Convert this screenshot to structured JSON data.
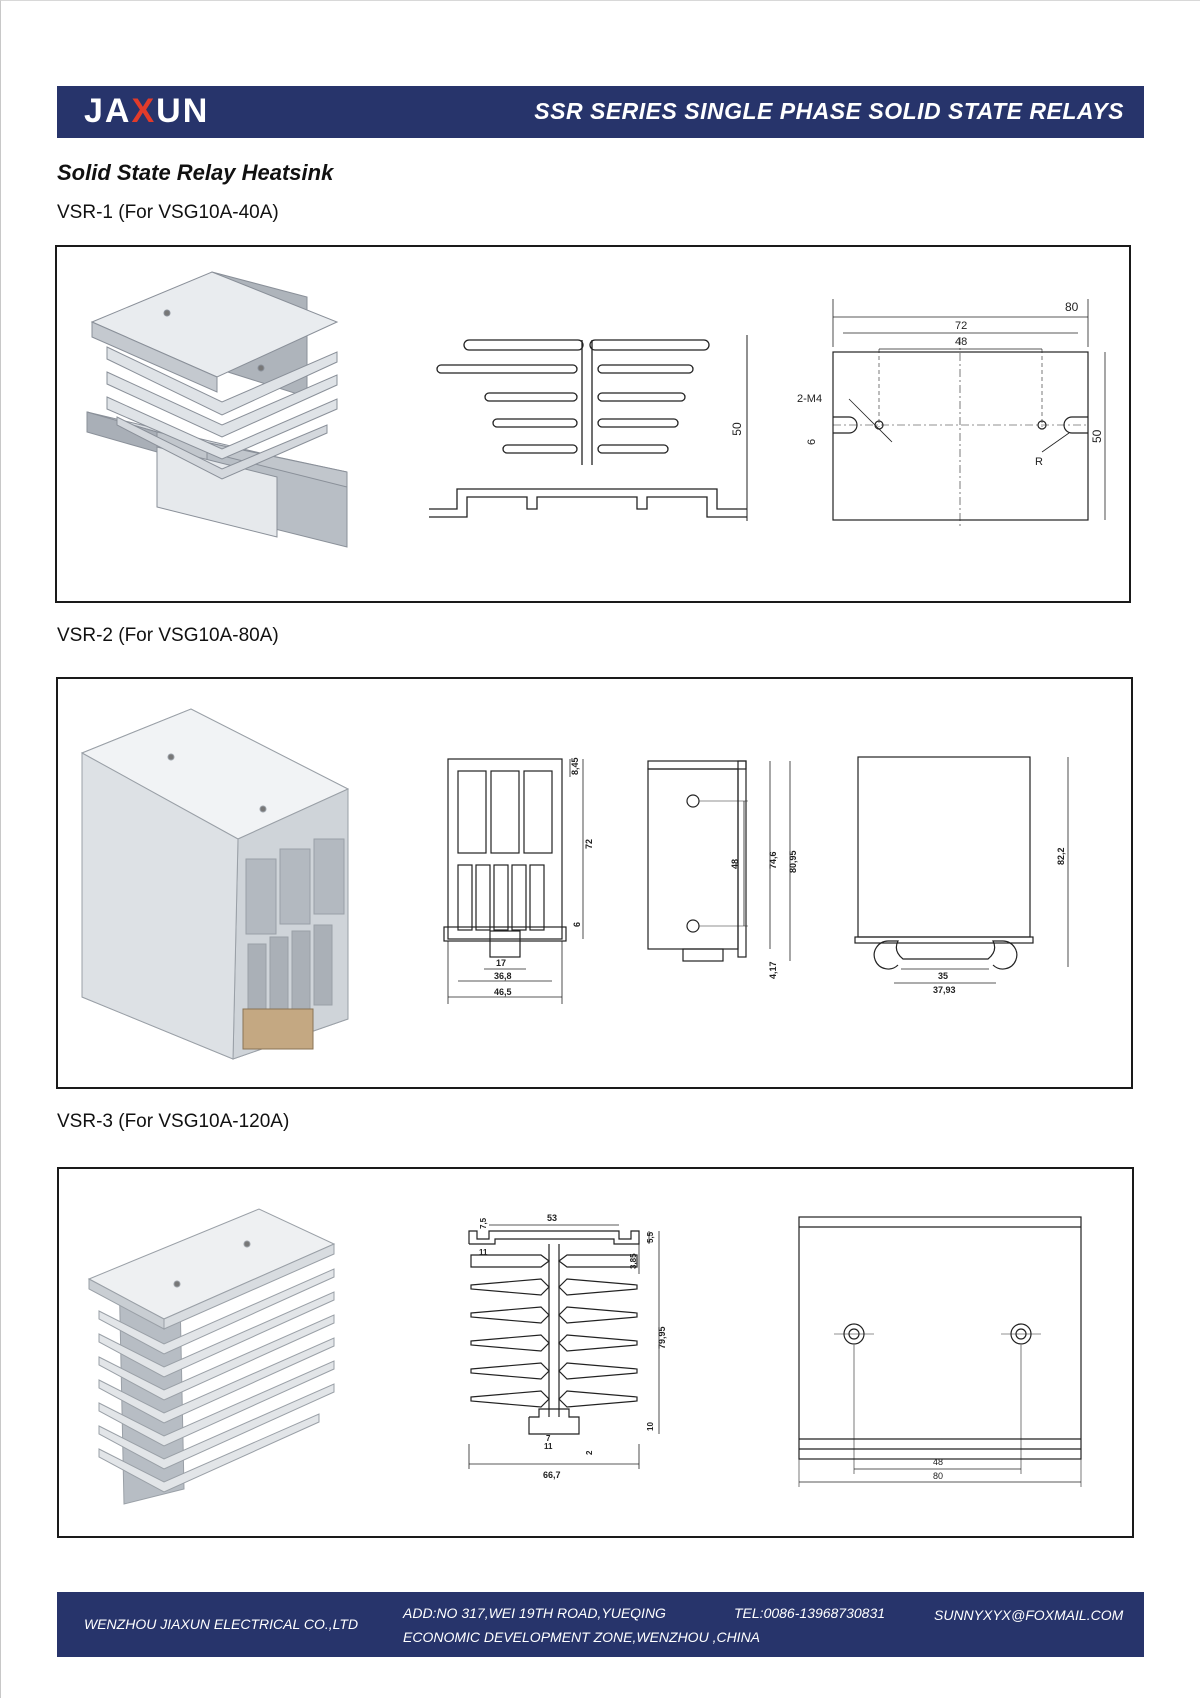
{
  "header": {
    "logo_left": "JA",
    "logo_x": "X",
    "logo_right": "UN",
    "title": "SSR SERIES SINGLE PHASE SOLID STATE RELAYS"
  },
  "section": {
    "title": "Solid State Relay Heatsink"
  },
  "models": [
    {
      "label": "VSR-1 (For VSG10A-40A)",
      "dims": {
        "d80": "80",
        "d72": "72",
        "d48": "48",
        "d50a": "50",
        "d50b": "50",
        "m4": "2-M4",
        "d6": "6",
        "r": "R"
      }
    },
    {
      "label": "VSR-2 (For VSG10A-80A)",
      "dims": {
        "d845": "8,45",
        "d72": "72",
        "d6": "6",
        "d17": "17",
        "d368": "36,8",
        "d465": "46,5",
        "d48": "48",
        "d746": "74,6",
        "d8095": "80,95",
        "d417": "4,17",
        "d822": "82,2",
        "d35": "35",
        "d3793": "37,93"
      }
    },
    {
      "label": "VSR-3 (For VSG10A-120A)",
      "dims": {
        "d53": "53",
        "d75": "7,5",
        "d11a": "11",
        "d55": "5,5",
        "d385": "3,85",
        "d7995": "79,95",
        "d10": "10",
        "d7": "7",
        "d11b": "11",
        "d2": "2",
        "d667": "66,7",
        "d48": "48",
        "d80": "80"
      }
    }
  ],
  "footer": {
    "company": "WENZHOU JIAXUN ELECTRICAL CO.,LTD",
    "address_line1": "ADD:NO 317,WEI 19TH ROAD,YUEQING",
    "address_line2": "ECONOMIC DEVELOPMENT ZONE,WENZHOU ,CHINA",
    "tel": "TEL:0086-13968730831",
    "email": "SUNNYXYX@FOXMAIL.COM"
  },
  "colors": {
    "brand_navy": "#27346b",
    "logo_accent": "#e23b2a"
  }
}
